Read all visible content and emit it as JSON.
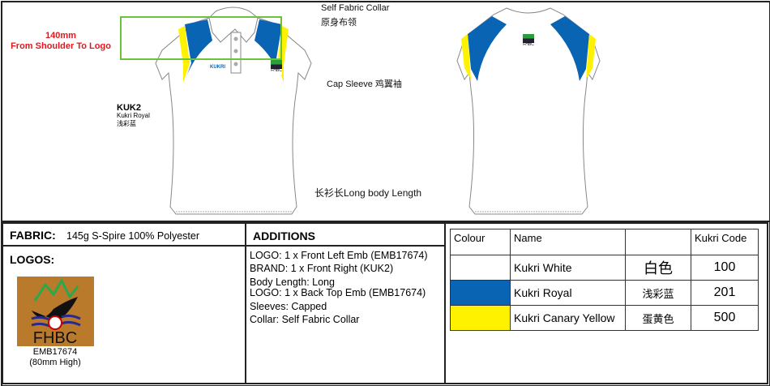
{
  "annotations": {
    "logo_distance": "140mm",
    "logo_distance_desc": "From Shoulder To Logo",
    "collar_en": "Self Fabric Collar",
    "collar_cn": "原身布领",
    "sleeve": "Cap Sleeve 鸡翼袖",
    "brand_code": "KUK2",
    "brand_colour": "Kukri Royal",
    "brand_colour_cn": "浅彩蓝",
    "body_length": "长衫长Long body Length",
    "front_brand_mark": "KUKRI",
    "front_logo_text": "FHBC"
  },
  "fabric": {
    "label": "FABRIC:",
    "value": "145g S-Spire 100% Polyester"
  },
  "logos": {
    "label": "LOGOS:",
    "logo_text": "FHBC",
    "code": "EMB17674",
    "size": "(80mm High)"
  },
  "additions": {
    "title": "ADDITIONS",
    "lines": [
      "LOGO: 1 x Front Left Emb (EMB17674)",
      "BRAND: 1 x Front Right (KUK2)",
      "Body Length: Long",
      "LOGO: 1 x Back Top Emb (EMB17674)",
      "Sleeves: Capped",
      "Collar: Self Fabric Collar"
    ]
  },
  "colours": {
    "headers": [
      "Colour",
      "Name",
      "",
      "Kukri Code"
    ],
    "rows": [
      {
        "swatch": "#ffffff",
        "name": "Kukri White",
        "cn": "白色",
        "code": "100"
      },
      {
        "swatch": "#0a64b4",
        "name": "Kukri Royal",
        "cn": "浅彩蓝",
        "code": "201"
      },
      {
        "swatch": "#fff200",
        "name": "Kukri Canary Yellow",
        "cn": "蛋黄色",
        "code": "500"
      }
    ]
  }
}
